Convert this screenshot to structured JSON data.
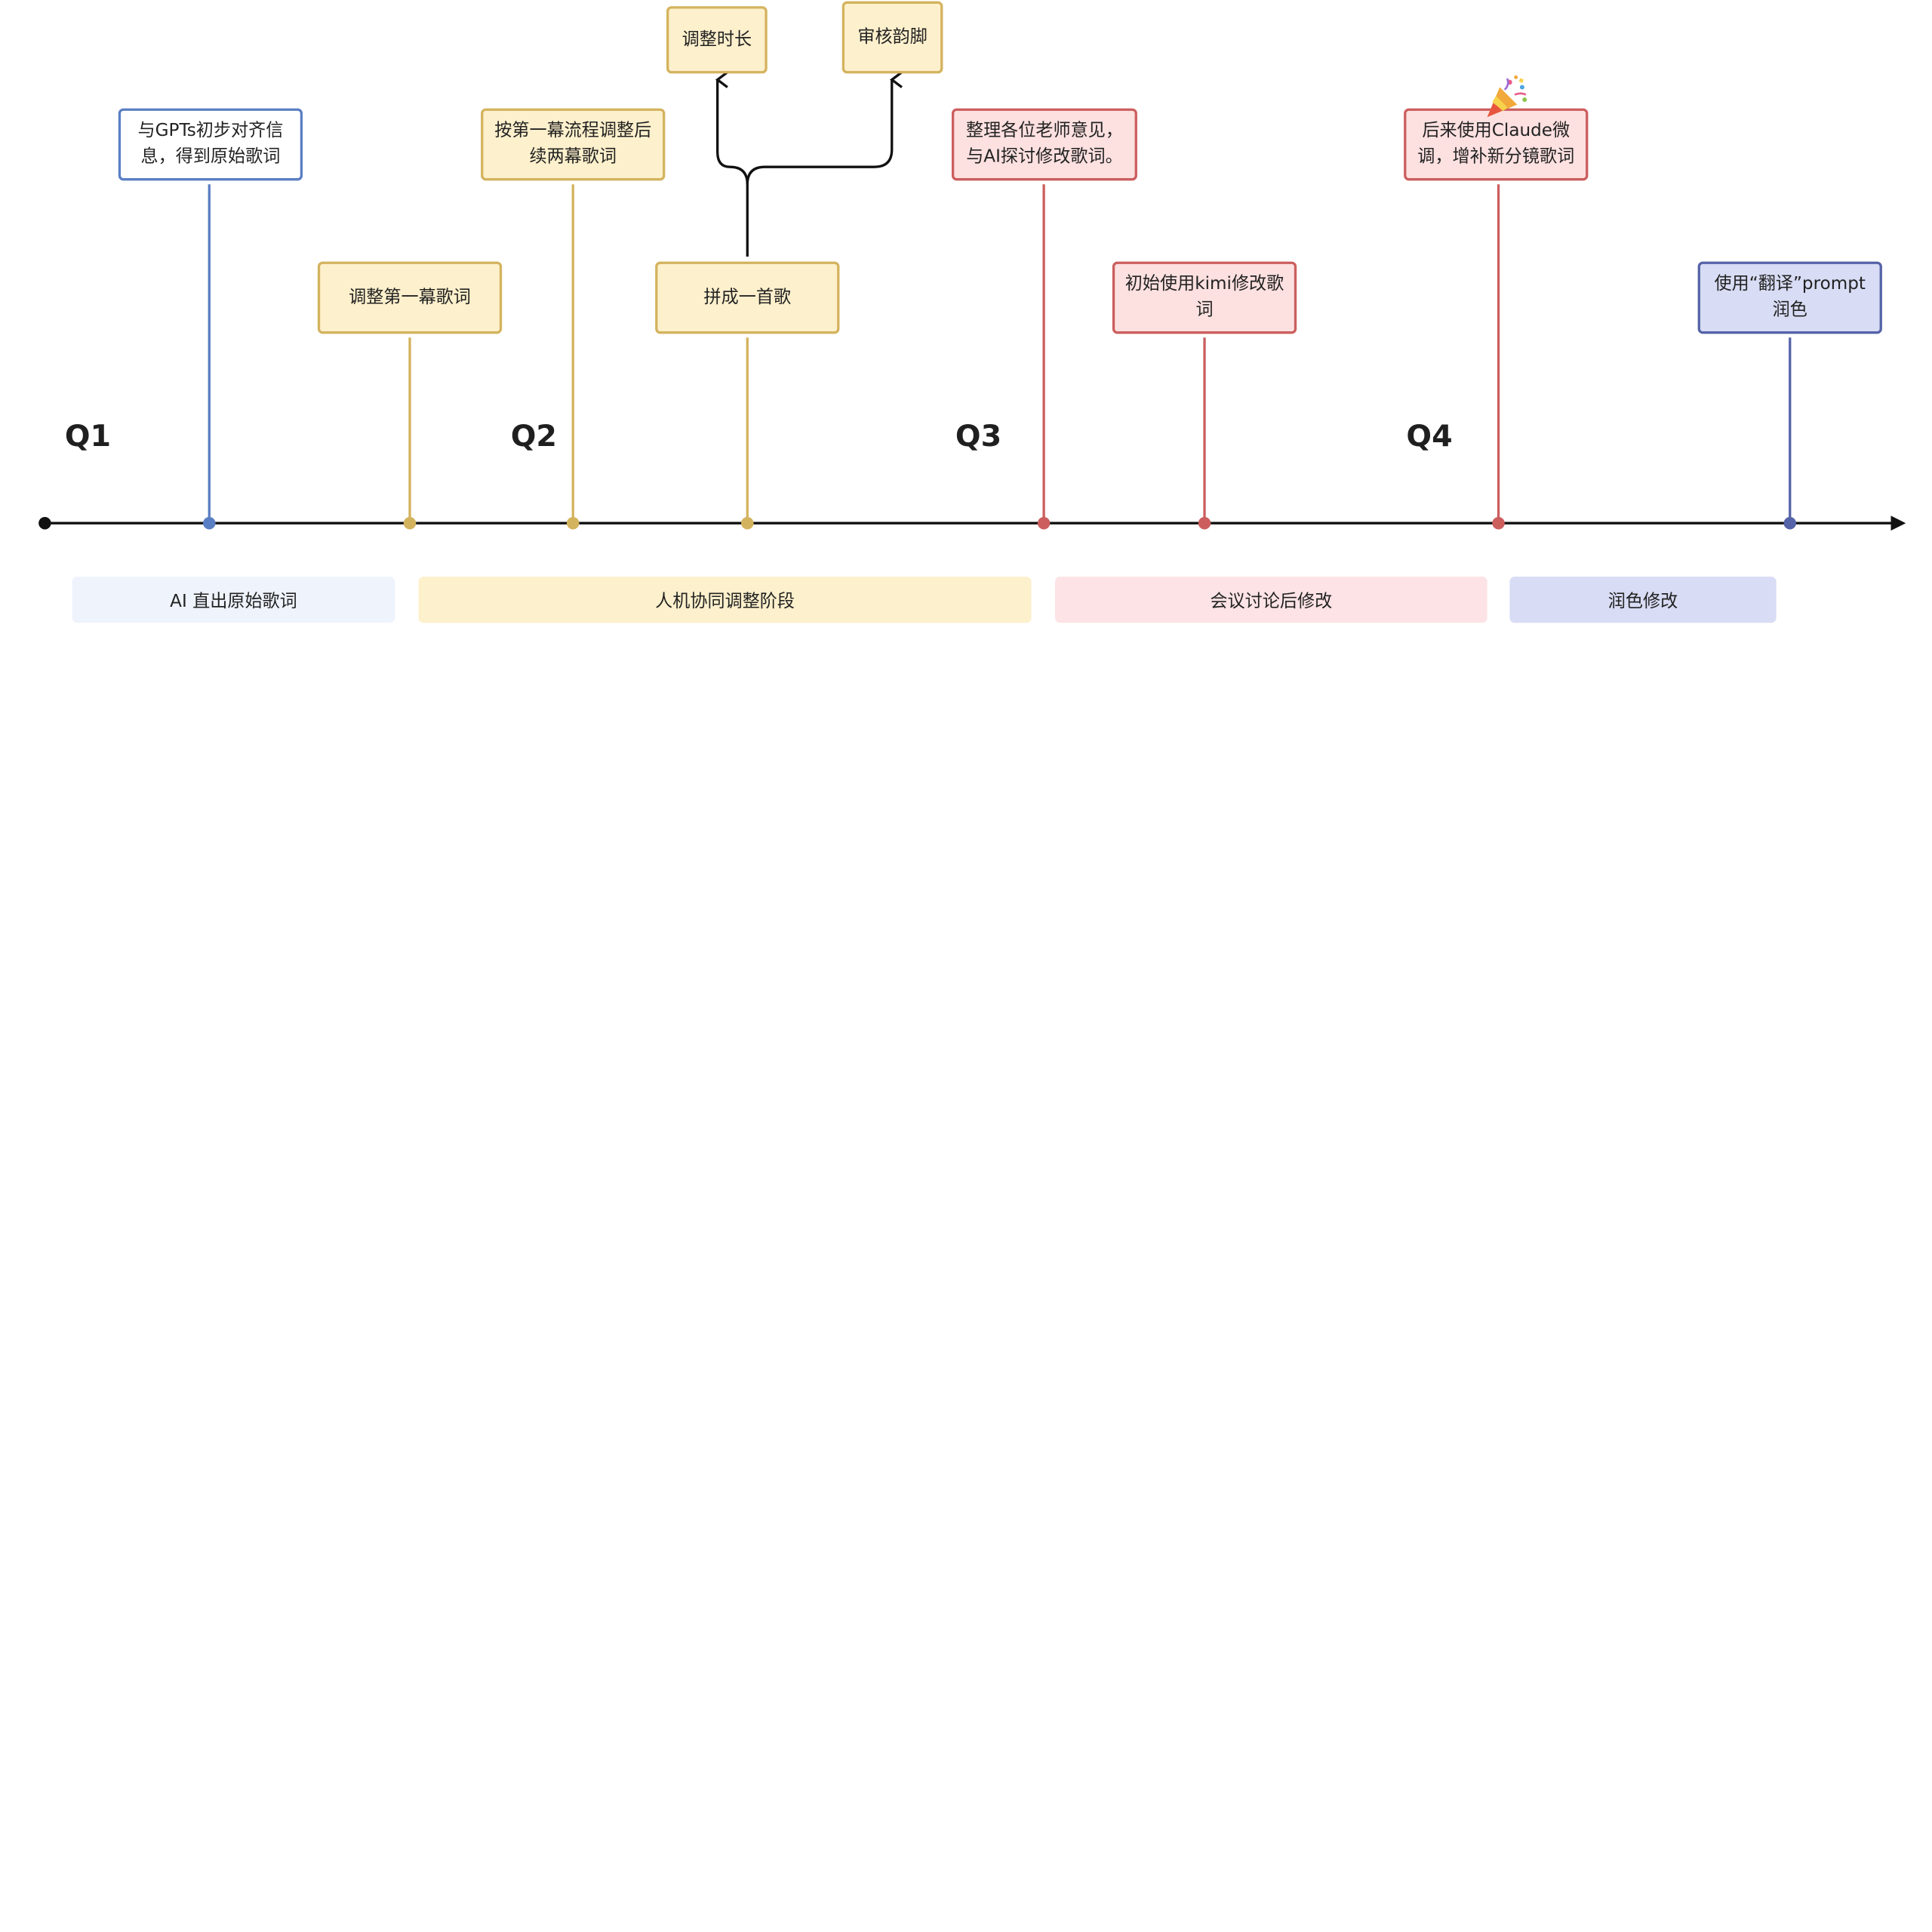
{
  "quarters": [
    "Q1",
    "Q2",
    "Q3",
    "Q4"
  ],
  "events": {
    "e1": "与GPTs初步对齐信息，得到原始歌词",
    "e2": "调整第一幕歌词",
    "e3": "按第一幕流程调整后续两幕歌词",
    "e4": "拼成一首歌",
    "e4a": "调整时长",
    "e4b": "审核韵脚",
    "e5": "整理各位老师意见，与AI探讨修改歌词。",
    "e6": "初始使用kimi修改歌词",
    "e7": "后来使用Claude微调，增补新分镜歌词",
    "e8": "使用“翻译”prompt润色"
  },
  "phases": {
    "p1": "AI 直出原始歌词",
    "p2": "人机协同调整阶段",
    "p3": "会议讨论后修改",
    "p4": "润色修改"
  },
  "colors": {
    "blue": "#5b7fc4",
    "yellow": "#d4b35e",
    "red": "#cc5e5e",
    "purple": "#5563a8",
    "axis": "#111111"
  },
  "icons": {
    "celebration": "party-popper-icon"
  }
}
